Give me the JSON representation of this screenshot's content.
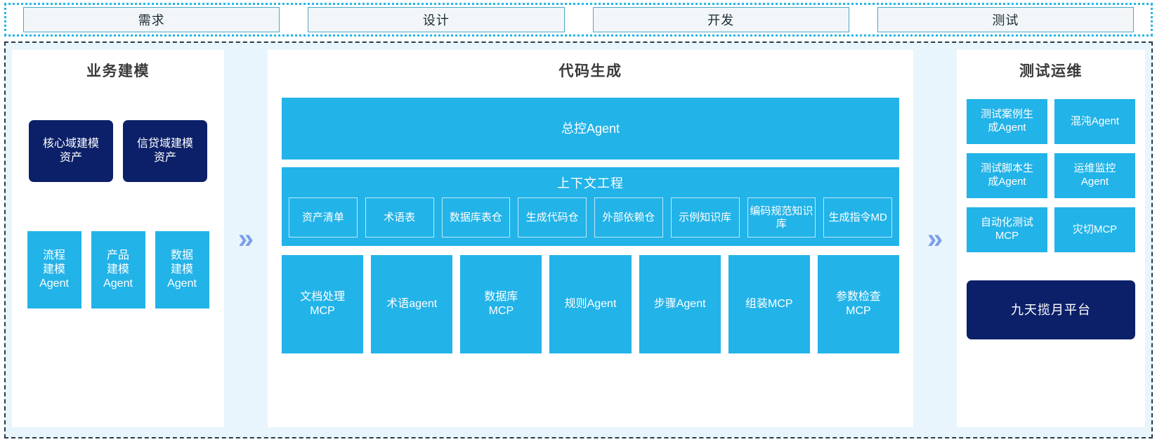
{
  "stages": {
    "items": [
      {
        "label": "需求"
      },
      {
        "label": "设计"
      },
      {
        "label": "开发"
      },
      {
        "label": "测试"
      }
    ]
  },
  "colors": {
    "accent_cyan": "#22b3e8",
    "navy": "#0c2069",
    "arrow_blue": "#7b9fe8",
    "area_background": "#e8f5fd",
    "panel_background": "#ffffff",
    "stage_border": "#4fa8c7",
    "title_text": "#3a3a3a"
  },
  "arrows": {
    "left_to_center": "»",
    "center_to_right": "»"
  },
  "panels": {
    "business_modeling": {
      "title": "业务建模",
      "assets": [
        {
          "label": "核心域建模\n资产"
        },
        {
          "label": "信贷域建模\n资产"
        }
      ],
      "agents": [
        {
          "label": "流程\n建模\nAgent"
        },
        {
          "label": "产品\n建模\nAgent"
        },
        {
          "label": "数据\n建模\nAgent"
        }
      ]
    },
    "code_generation": {
      "title": "代码生成",
      "master_agent": {
        "label": "总控Agent"
      },
      "context_engineering": {
        "title": "上下文工程",
        "items": [
          {
            "label": "资产清单"
          },
          {
            "label": "术语表"
          },
          {
            "label": "数据库表仓"
          },
          {
            "label": "生成代码仓"
          },
          {
            "label": "外部依赖仓"
          },
          {
            "label": "示例知识库"
          },
          {
            "label": "编码规范知识库"
          },
          {
            "label": "生成指令MD"
          }
        ]
      },
      "tools": [
        {
          "label": "文档处理\nMCP"
        },
        {
          "label": "术语agent"
        },
        {
          "label": "数据库\nMCP"
        },
        {
          "label": "规则Agent"
        },
        {
          "label": "步骤Agent"
        },
        {
          "label": "组装MCP"
        },
        {
          "label": "参数检查\nMCP"
        }
      ]
    },
    "test_ops": {
      "title": "测试运维",
      "agents": [
        {
          "label": "测试案例生\n成Agent"
        },
        {
          "label": "混沌Agent"
        },
        {
          "label": "测试脚本生\n成Agent"
        },
        {
          "label": "运维监控\nAgent"
        },
        {
          "label": "自动化测试\nMCP"
        },
        {
          "label": "灾切MCP"
        }
      ],
      "platform": {
        "label": "九天揽月平台"
      }
    }
  }
}
